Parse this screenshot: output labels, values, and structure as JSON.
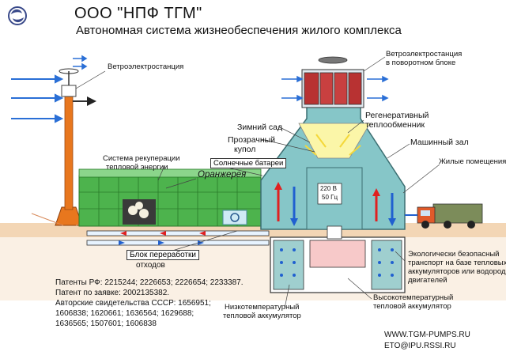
{
  "header": {
    "company": "ООО \"НПФ ТГМ\"",
    "subtitle": "Автономная система жизнеобеспечения жилого комплекса"
  },
  "labels": {
    "wind_station_left": "Ветроэлектростанция",
    "wind_station_right_1": "Ветроэлектростанция",
    "wind_station_right_2": "в поворотном блоке",
    "regen_hx_1": "Регенеративный",
    "regen_hx_2": "теплообменник",
    "winter_garden": "Зимний сад",
    "transparent_dome_1": "Прозрачный",
    "transparent_dome_2": "купол",
    "machine_hall": "Машинный зал",
    "living_rooms": "Жилые помещения",
    "heat_recovery_1": "Система рекуперации",
    "heat_recovery_2": "тепловой энергии",
    "solar_batteries": "Солнечные батареи",
    "greenhouse": "Оранжерея",
    "voltage_1": "220 В",
    "voltage_2": "50 Гц",
    "waste_block_1": "Блок переработки",
    "waste_block_2": "отходов",
    "eco_transport_1": "Экологически безопасный",
    "eco_transport_2": "транспорт на базе тепловых",
    "eco_transport_3": "аккумуляторов или водородных",
    "eco_transport_4": "двигателей",
    "high_temp_acc_1": "Высокотемпературный",
    "high_temp_acc_2": "тепловой аккумулятор",
    "low_temp_acc_1": "Низкотемпературный",
    "low_temp_acc_2": "тепловой аккумулятор"
  },
  "patents": {
    "line1": "Патенты РФ: 2215244; 2226653; 2226654; 2233387.",
    "line2": "Патент по заявке: 2002135382.",
    "line3": "Авторские свидетельства СССР: 1656951;",
    "line4": "1606838; 1620661; 1636564; 1629688;",
    "line5": "1636565; 1507601; 1606838"
  },
  "contacts": {
    "web": "WWW.TGM-PUMPS.RU",
    "email": "ETO@IPU.RSSI.RU"
  },
  "colors": {
    "tower": "#e8771e",
    "greenhouse": "#3fa83f",
    "dome": "#86c6c8",
    "yellow": "#f4ec3a",
    "ground": "#f3d6b5",
    "wind_arrow": "#2a6fd6",
    "flow_red": "#e02020",
    "flow_blue": "#2060d0"
  }
}
